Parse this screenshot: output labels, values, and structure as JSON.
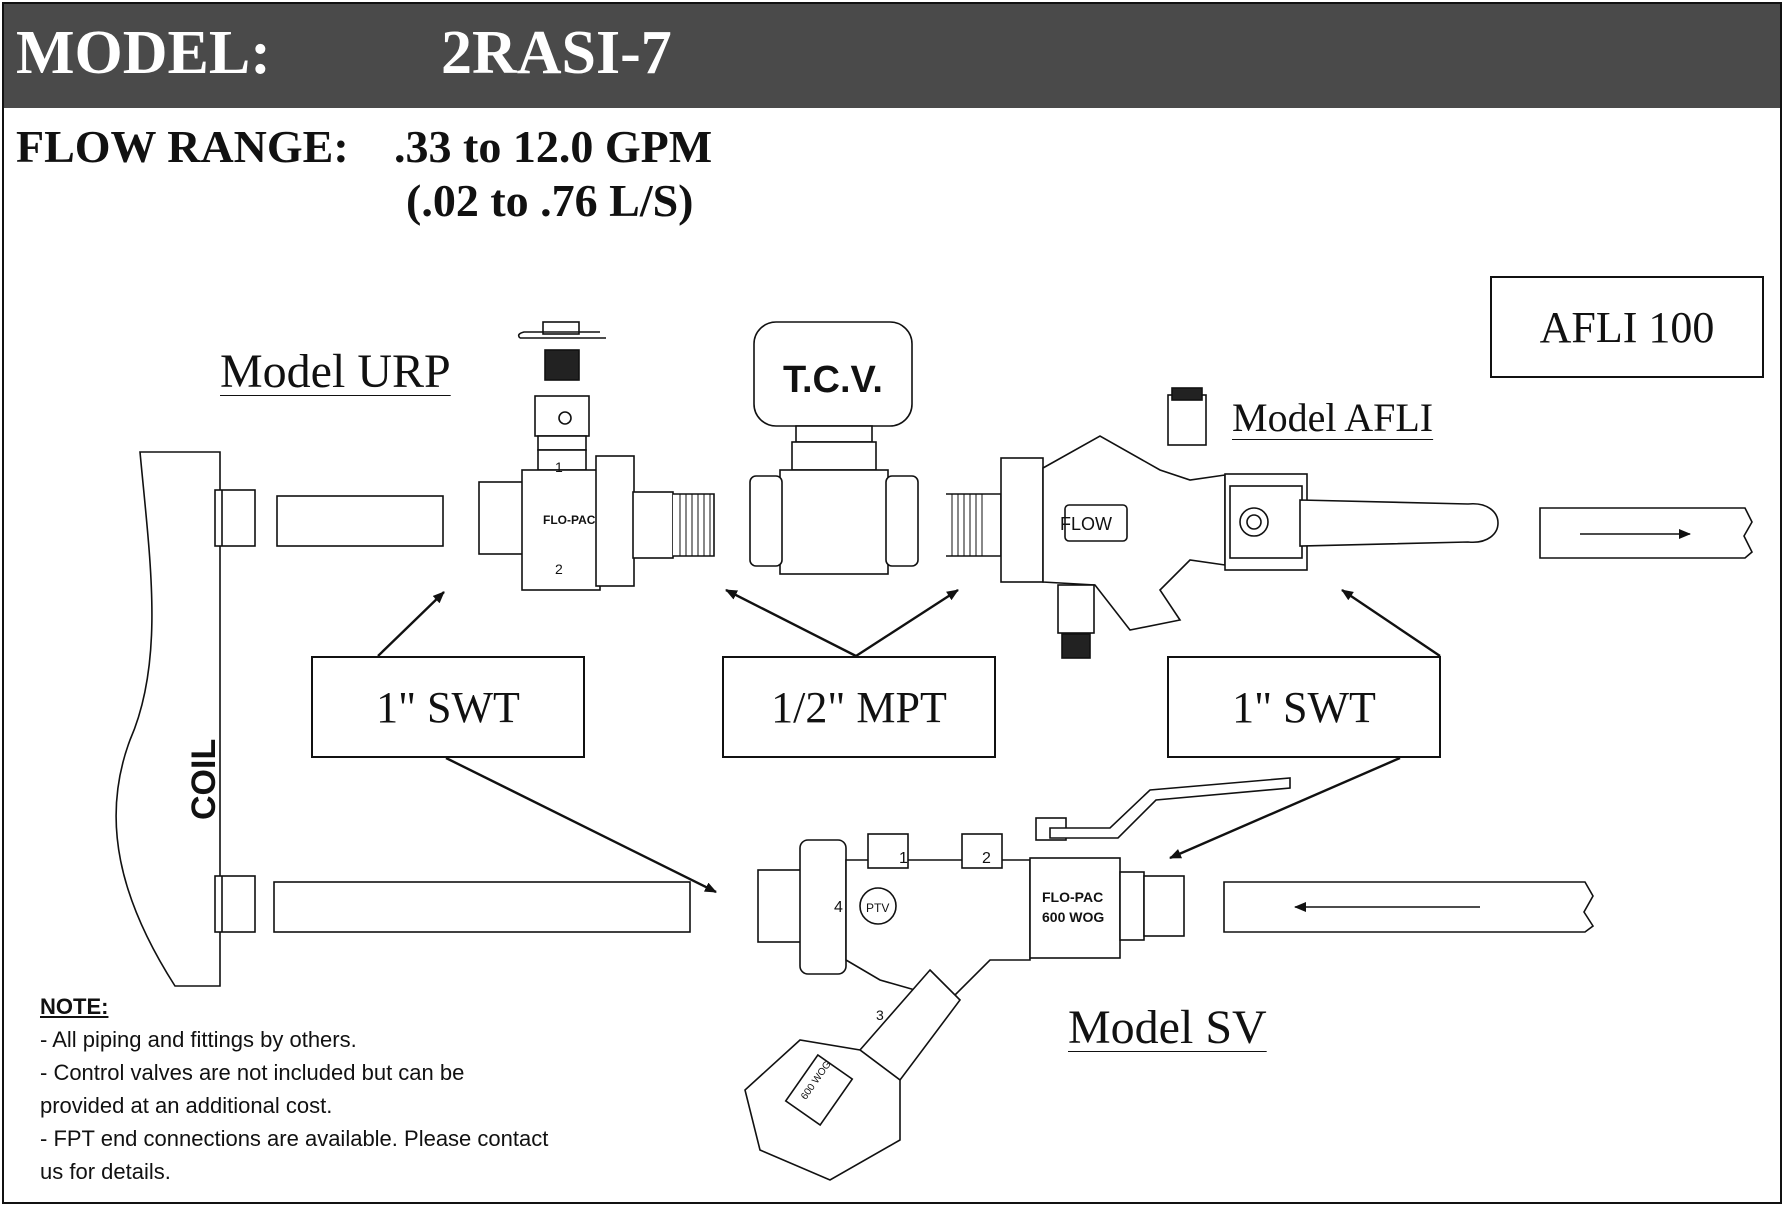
{
  "header": {
    "model_label": "MODEL:",
    "model_value": "2RASI-7"
  },
  "flow": {
    "label": "FLOW RANGE:",
    "value": ".33 to 12.0 GPM",
    "value_metric": "(.02 to .76 L/S)"
  },
  "labels": {
    "model_urp": "Model URP",
    "tcv": "T.C.V.",
    "model_afli": "Model AFLI",
    "afli_box": "AFLI 100",
    "model_sv": "Model SV",
    "coil": "COIL",
    "flow_tag": "FLOW",
    "flo_pac": "FLO-PAC",
    "flo_pac_sv": "FLO-PAC",
    "wog_sv": "600 WOG",
    "wog_cap": "600 WOG",
    "ptv": "PTV",
    "port_1": "1",
    "port_2": "2",
    "port_3": "3",
    "port_4": "4"
  },
  "callouts": {
    "swt_left": "1\" SWT",
    "mpt_center": "1/2\" MPT",
    "swt_right": "1\" SWT"
  },
  "note": {
    "title": "NOTE:",
    "lines": [
      "- All piping and fittings by others.",
      "- Control valves are not included but can be",
      "provided at an additional cost.",
      "- FPT end connections are available.  Please contact",
      "us for details."
    ]
  }
}
